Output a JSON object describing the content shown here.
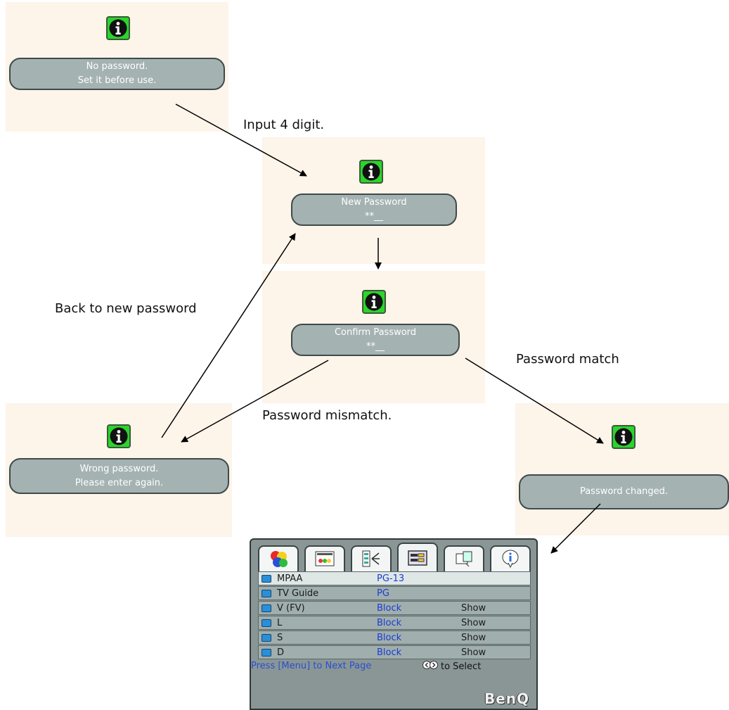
{
  "boxes": [
    {
      "id": "no-password",
      "lines": [
        "No password.",
        "Set it before use."
      ]
    },
    {
      "id": "new-password",
      "lines": [
        "New Password",
        "**__"
      ]
    },
    {
      "id": "confirm-password",
      "lines": [
        "Confirm Password",
        "**__"
      ]
    },
    {
      "id": "wrong-password",
      "lines": [
        "Wrong password.",
        "Please enter again."
      ]
    },
    {
      "id": "password-changed",
      "lines": [
        "Password changed."
      ]
    }
  ],
  "labels": {
    "input_digit": "Input 4 digit.",
    "back_to_new": "Back to new password",
    "password_match": "Password match",
    "password_mismatch": "Password mismatch."
  },
  "menu": {
    "tabs": [
      {
        "icon": "color-balls-icon"
      },
      {
        "icon": "display-settings-icon"
      },
      {
        "icon": "audio-speaker-icon"
      },
      {
        "icon": "setup-panel-icon",
        "active": true
      },
      {
        "icon": "source-input-icon"
      },
      {
        "icon": "info-icon"
      }
    ],
    "rows": [
      {
        "name": "MPAA",
        "value": "PG-13",
        "extra": "",
        "icon": "rating-tv-icon"
      },
      {
        "name": "TV Guide",
        "value": "PG",
        "extra": "",
        "icon": "rating-tv-icon"
      },
      {
        "name": "V (FV)",
        "value": "Block",
        "extra": "Show",
        "icon": "content-box-icon"
      },
      {
        "name": "L",
        "value": "Block",
        "extra": "Show",
        "icon": "content-box-icon"
      },
      {
        "name": "S",
        "value": "Block",
        "extra": "Show",
        "icon": "content-box-icon"
      },
      {
        "name": "D",
        "value": "Block",
        "extra": "Show",
        "icon": "content-box-icon"
      }
    ],
    "hint": "Press [Menu] to Next Page",
    "select_hint": "to Select",
    "brand": "BenQ"
  },
  "colors": {
    "panel_bg": "#fdf4ea",
    "box_fill": "#a5b2b2",
    "icon_green": "#2bd52b",
    "menu_value_blue": "#1a3ecf"
  }
}
